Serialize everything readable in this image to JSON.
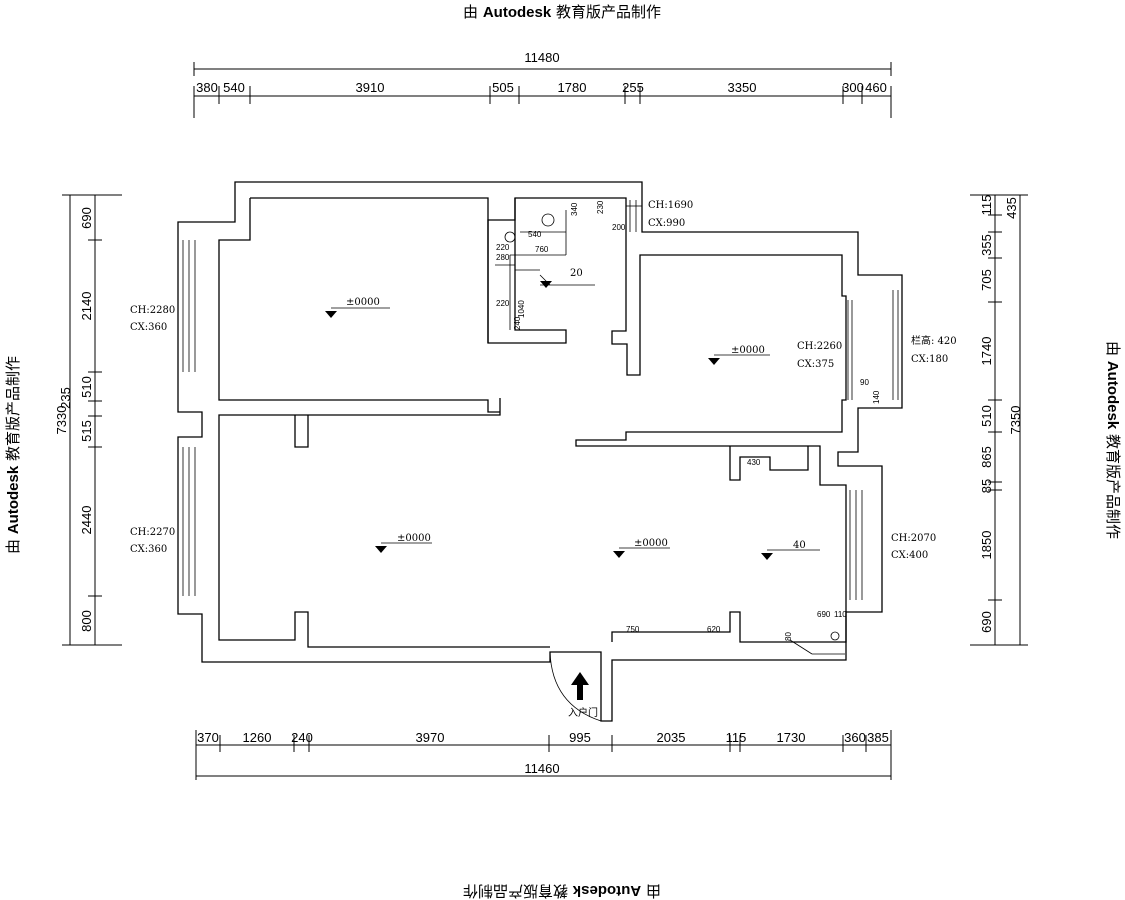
{
  "watermark": "由 Autodesk 教育版产品制作",
  "top_dims": {
    "total": "11480",
    "segments": [
      "380",
      "540",
      "3910",
      "505",
      "1780",
      "255",
      "3350",
      "300",
      "460"
    ]
  },
  "bottom_dims": {
    "total": "11460",
    "segments": [
      "370",
      "1260",
      "240",
      "3970",
      "995",
      "2035",
      "115",
      "1730",
      "360",
      "385"
    ]
  },
  "left_dims": {
    "total": "7330",
    "segments": [
      "690",
      "2140",
      "510",
      "235",
      "515",
      "2440",
      "800"
    ]
  },
  "right_dims": {
    "total": "7350",
    "small": [
      "115",
      "435"
    ],
    "segments": [
      "355",
      "705",
      "1740",
      "510",
      "865",
      "85",
      "1850",
      "690"
    ]
  },
  "window_labels": {
    "left_top": [
      "CH:2280",
      "CX:360"
    ],
    "left_bottom": [
      "CH:2270",
      "CX:360"
    ],
    "top_mid": [
      "CH:1690",
      "CX:990"
    ],
    "right_room": [
      "CH:2260",
      "CX:375"
    ],
    "balcony": [
      "栏高: 420",
      "CX:180"
    ],
    "right_bottom": [
      "CH:2070",
      "CX:400"
    ]
  },
  "levels": {
    "room_tl": "±0000",
    "room_tr": "±0000",
    "room_bl": "±0000",
    "living": "±0000",
    "right_area": "40",
    "bath": "20"
  },
  "detail_dims": {
    "bath": [
      "540",
      "340",
      "230",
      "760",
      "220",
      "280",
      "1040",
      "220",
      "240",
      "200"
    ],
    "right_room": [
      "90",
      "140"
    ],
    "kitchen": [
      "430"
    ],
    "bottom_right": [
      "690",
      "110",
      "80"
    ],
    "cabinet": [
      "750",
      "620"
    ]
  },
  "entrance": "入户门"
}
